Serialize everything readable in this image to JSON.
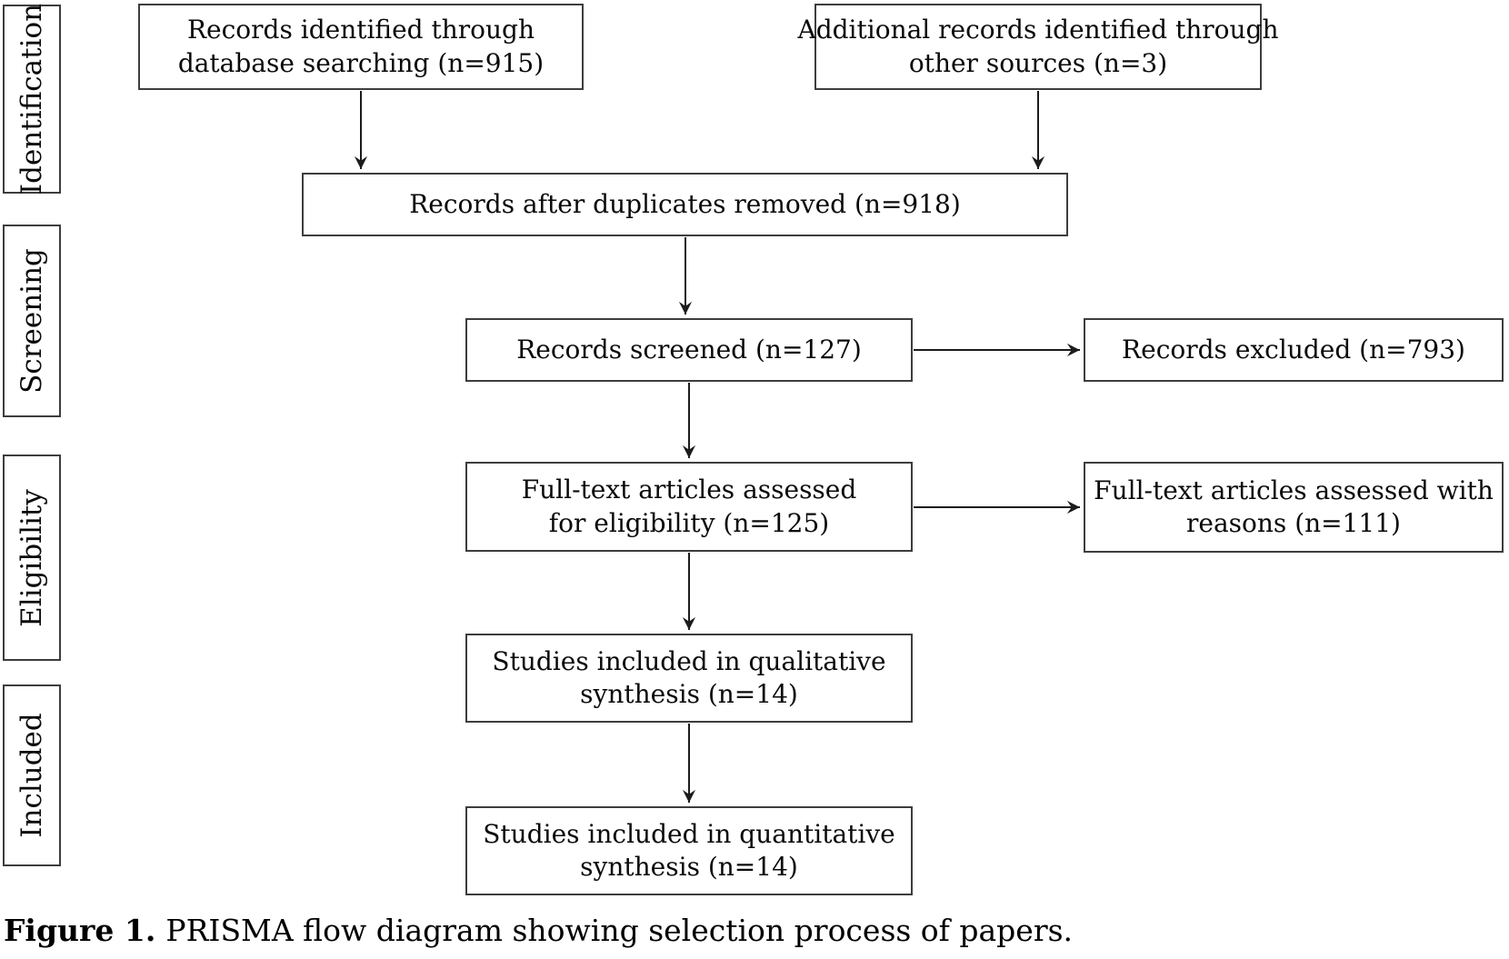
{
  "figure": {
    "caption": {
      "label": "Figure 1.",
      "text": "PRISMA flow diagram showing selection process of papers."
    }
  },
  "stages": [
    {
      "label": "Identification"
    },
    {
      "label": "Screening"
    },
    {
      "label": "Eligibility"
    },
    {
      "label": "Included"
    }
  ],
  "nodes": {
    "records_identified": {
      "lines": [
        "Records identified through",
        "database searching (n=915)"
      ],
      "n": 915
    },
    "additional_records": {
      "lines": [
        "Additional records identified through",
        "other sources (n=3)"
      ],
      "n": 3
    },
    "duplicates_removed": {
      "lines": [
        "Records after duplicates removed (n=918)"
      ],
      "n": 918
    },
    "records_screened": {
      "lines": [
        "Records screened (n=127)"
      ],
      "n": 127
    },
    "records_excluded": {
      "lines": [
        "Records excluded (n=793)"
      ],
      "n": 793
    },
    "fulltext_assessed": {
      "lines": [
        "Full-text articles assessed",
        "for eligibility (n=125)"
      ],
      "n": 125
    },
    "fulltext_reasons": {
      "lines": [
        "Full-text articles assessed with",
        "reasons (n=111)"
      ],
      "n": 111
    },
    "qualitative": {
      "lines": [
        "Studies included in qualitative",
        "synthesis (n=14)"
      ],
      "n": 14
    },
    "quantitative": {
      "lines": [
        "Studies included in quantitative",
        "synthesis (n=14)"
      ],
      "n": 14
    }
  },
  "edges": [
    {
      "from": "records_identified",
      "to": "duplicates_removed"
    },
    {
      "from": "additional_records",
      "to": "duplicates_removed"
    },
    {
      "from": "duplicates_removed",
      "to": "records_screened"
    },
    {
      "from": "records_screened",
      "to": "records_excluded"
    },
    {
      "from": "records_screened",
      "to": "fulltext_assessed"
    },
    {
      "from": "fulltext_assessed",
      "to": "fulltext_reasons"
    },
    {
      "from": "fulltext_assessed",
      "to": "qualitative"
    },
    {
      "from": "qualitative",
      "to": "quantitative"
    }
  ],
  "colors": {
    "box_border": "#3d3d3d",
    "arrow": "#1c1c1c",
    "text": "#0a0a0a",
    "background": "#ffffff"
  }
}
